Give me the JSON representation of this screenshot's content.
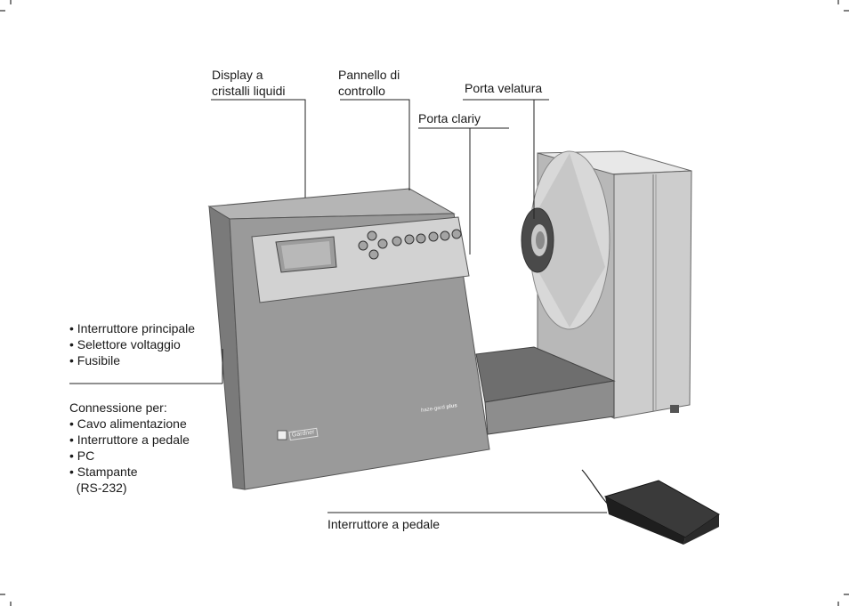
{
  "labels": {
    "display": [
      "Display a",
      "cristalli liquidi"
    ],
    "control_panel": [
      "Pannello di",
      "controllo"
    ],
    "haze_port": "Porta velatura",
    "clarity_port": "Porta clariy",
    "rear_switches": [
      "• Interruttore principale",
      "• Selettore voltaggio",
      "• Fusibile"
    ],
    "connections": [
      "Connessione per:",
      "• Cavo alimentazione",
      "• Interruttore a pedale",
      "• PC",
      "• Stampante",
      "  (RS-232)"
    ],
    "foot_switch": "Interruttore a pedale"
  },
  "device": {
    "brand": "Gardner",
    "model_prefix": "haze-gard",
    "model_suffix": "plus"
  },
  "colors": {
    "body_front": "#9a9a9a",
    "body_side": "#7f7f7f",
    "panel": "#cfcfcf",
    "unit_right": "#c4c4c4",
    "pedal": "#2b2b2b"
  }
}
